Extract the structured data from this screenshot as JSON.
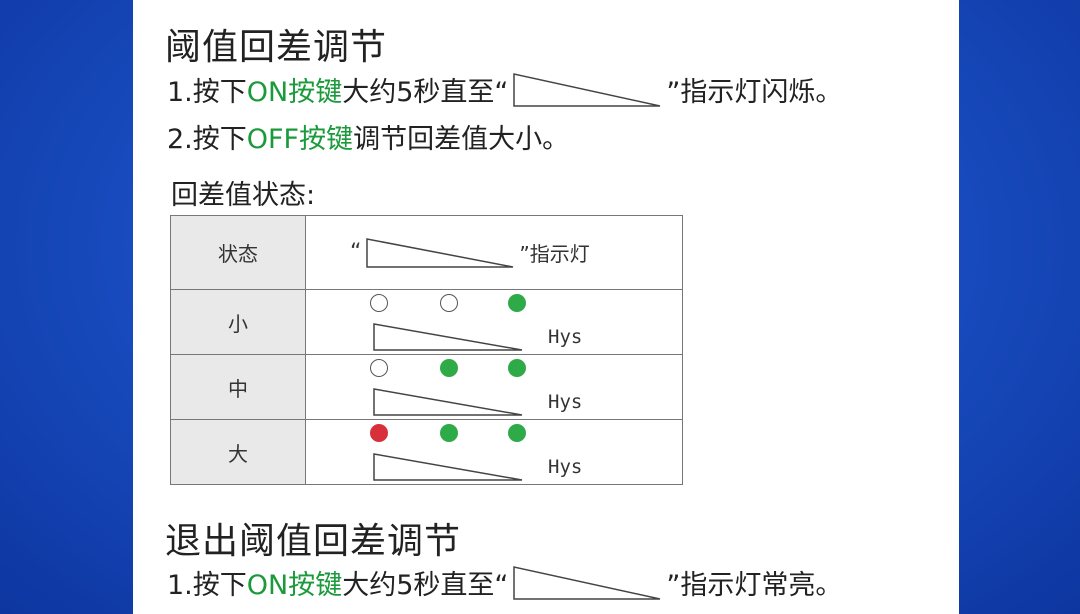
{
  "section1": {
    "title": "阈值回差调节",
    "line1": {
      "prefix": "1.按下",
      "key": "ON按键",
      "middle": "大约5秒直至“",
      "suffix": "”指示灯闪烁。"
    },
    "line2": {
      "prefix": "2.按下",
      "key": "OFF按键",
      "suffix": "调节回差值大小。"
    }
  },
  "table_title": "回差值状态:",
  "table": {
    "header_state": "状态",
    "header_indicator_open": "“",
    "header_indicator_close": "”指示灯",
    "rows": [
      {
        "label": "小",
        "dots": [
          "off",
          "off",
          "green"
        ],
        "hys": "Hys"
      },
      {
        "label": "中",
        "dots": [
          "off",
          "green",
          "green"
        ],
        "hys": "Hys"
      },
      {
        "label": "大",
        "dots": [
          "red",
          "green",
          "green"
        ],
        "hys": "Hys"
      }
    ]
  },
  "section2": {
    "title": "退出阈值回差调节",
    "line1": {
      "prefix": "1.按下",
      "key": "ON按键",
      "middle": "大约5秒直至“",
      "suffix": "”指示灯常亮。"
    }
  },
  "colors": {
    "key_green": "#1a9a3a",
    "dot_green": "#2eaa48",
    "dot_red": "#d8303a",
    "background_blue": "#1a4fc4"
  }
}
